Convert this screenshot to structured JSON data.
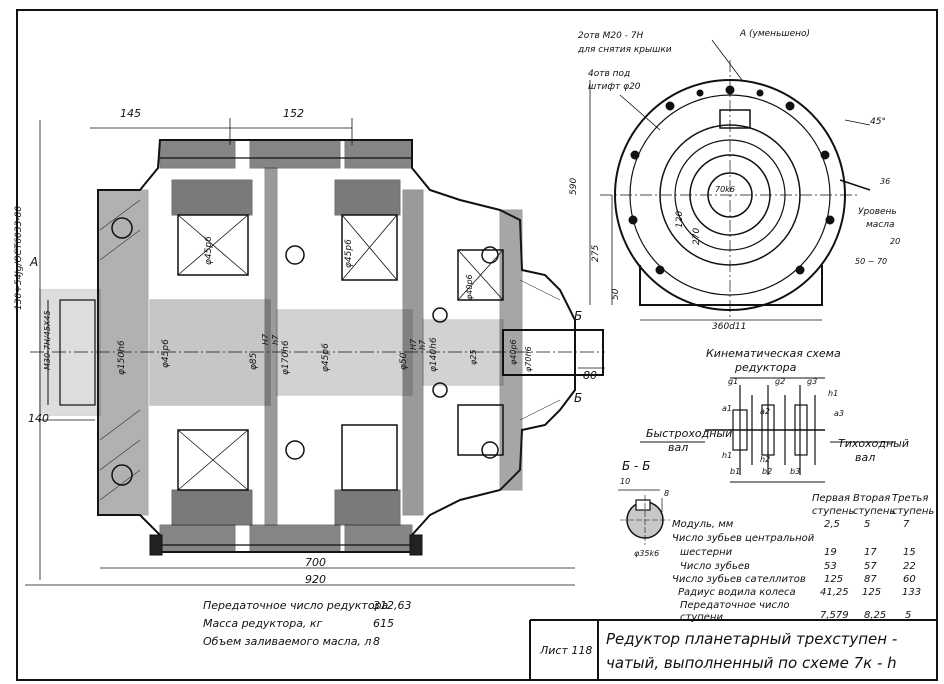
{
  "top_dims": {
    "d145": "145",
    "d152": "152"
  },
  "left_vertical": {
    "fit_callout": "130+54Jg/ОСТ6033-80",
    "marker_a": "А",
    "spline_callout": "М30-7Н/45Х45",
    "d140": "140"
  },
  "shaft_dims": {
    "d150h6": "φ150h6",
    "d45p6_1": "φ45р6",
    "d45k6": "φ45р6",
    "d85": "φ85",
    "fit1": "Н7",
    "fit1b": "h7",
    "d170k6": "φ170h6",
    "d45p6_2": "φ45р6",
    "d45p6_3": "φ45р6",
    "d50": "φ50",
    "fit2": "Н7",
    "fit2b": "h7",
    "d140k6": "φ140h6",
    "d40p6_1": "φ40р6",
    "d25": "φ25",
    "d40p6_2": "φ40р6",
    "d70k6": "φ70h6"
  },
  "bottom_dims": {
    "d700": "700",
    "d920": "920"
  },
  "right_dims": {
    "d80": "80",
    "section_b1": "Б",
    "section_b2": "Б"
  },
  "end_view": {
    "callout_holes": "2отв М20 - 7Н",
    "callout_holes2": "для снятия крышки",
    "callout_pins": "4отв под",
    "callout_pins2": "штифт φ20",
    "view_a": "А (уменьшено)",
    "angle45": "45°",
    "d590": "590",
    "d275": "275",
    "d50": "50",
    "d360": "360d11",
    "d120": "120",
    "d270": "270",
    "d70k6": "70k6",
    "level": "Уровень",
    "level2": "масла",
    "d36": "36",
    "d20": "20",
    "d70": "50 ~ 70"
  },
  "kinematic": {
    "title": "Кинематическая схема",
    "title2": "редуктора",
    "fast_shaft": "Быстроходный",
    "fast_shaft2": "вал",
    "slow_shaft": "Тихоходный",
    "slow_shaft2": "вал",
    "labels": [
      "g1",
      "a1",
      "a2",
      "h1",
      "a3",
      "b1",
      "b2",
      "b3",
      "h1",
      "h2",
      "g2",
      "g3"
    ]
  },
  "section_bb": {
    "title": "Б - Б",
    "d10": "10",
    "d8": "8",
    "d35k6": "φ35k6"
  },
  "stage_table": {
    "headers": [
      "Первая ступень",
      "Вторая ступень",
      "Третья ступень"
    ],
    "rows": [
      {
        "label": "Модуль, мм",
        "values": [
          "2,5",
          "5",
          "7"
        ]
      },
      {
        "label": "Число зубьев центральной",
        "values": [
          "",
          "",
          ""
        ]
      },
      {
        "label": "шестерни",
        "values": [
          "19",
          "17",
          "15"
        ]
      },
      {
        "label": "Число зубьев",
        "values": [
          "53",
          "57",
          "22"
        ]
      },
      {
        "label": "Число зубьев сателлитов",
        "values": [
          "125",
          "87",
          "60"
        ]
      },
      {
        "label": "Радиус водила колеса",
        "values": [
          "41,25",
          "125",
          "133"
        ]
      },
      {
        "label": "Передаточное число",
        "values": [
          "",
          "",
          ""
        ]
      },
      {
        "label": "ступени",
        "values": [
          "7,579",
          "8,25",
          "5"
        ]
      }
    ]
  },
  "notes": [
    {
      "label": "Передаточное число редуктора",
      "value": "312,63"
    },
    {
      "label": "Масса редуктора, кг",
      "value": "615"
    },
    {
      "label": "Объем заливаемого масла, л",
      "value": "8"
    }
  ],
  "title_block": {
    "sheet": "Лист 118",
    "title_line1": "Редуктор планетарный трехступен -",
    "title_line2": "чатый, выполненный по схеме 7к - h"
  }
}
